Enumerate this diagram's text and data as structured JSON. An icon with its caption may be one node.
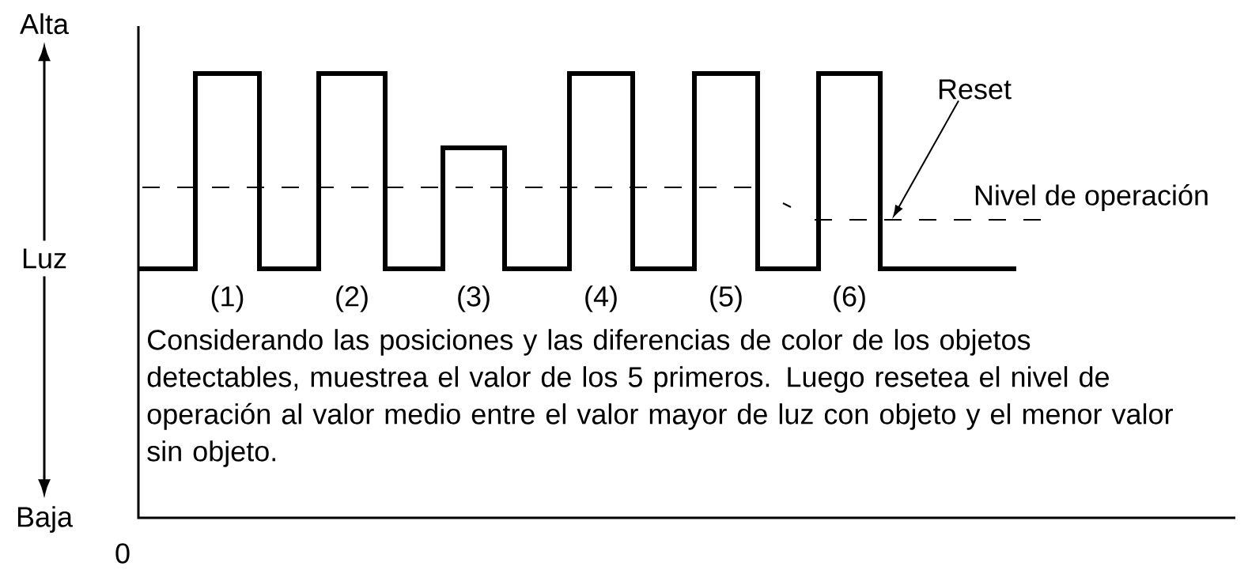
{
  "diagram": {
    "nodes": [
      {
        "text": [
          "Alta"
        ]
      },
      {
        "text": [
          "Luz"
        ]
      },
      {
        "text": [
          "Baja"
        ]
      },
      {
        "text": [
          "Reset"
        ]
      }
    ],
    "edges": [
      {
        "from": 1,
        "to": 0,
        "arrow": "to"
      },
      {
        "from": 1,
        "to": 2,
        "arrow": "to"
      },
      {
        "from": 3,
        "to": null,
        "arrow": "to"
      }
    ],
    "labels": [
      "0",
      "Nivel de operación",
      "(1)",
      "(2)",
      "(3)",
      "(4)",
      "(5)",
      "(6)",
      "Considerando las posiciones y las diferencias de color de los objetos detectables, muestrea el valor de los 5 primeros. Luego resetea el nivel de operación al valor medio entre el valor mayor de luz con objeto y el menor valor sin objeto."
    ]
  }
}
